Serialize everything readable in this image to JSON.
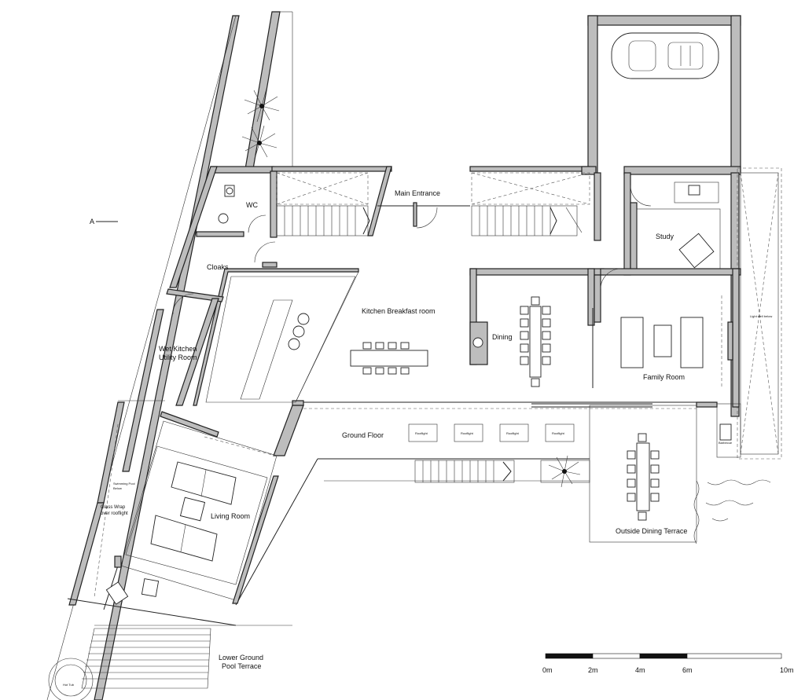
{
  "labels": {
    "section_marker": "A",
    "wc": "WC",
    "main_entrance": "Main Entrance",
    "cloaks": "Cloaks",
    "study": "Study",
    "kitchen": "Kitchen Breakfast room",
    "dining": "Dining",
    "wet_kitchen_1": "Wet Kitchen",
    "wet_kitchen_2": "Utility Room",
    "family_room": "Family Room",
    "ground_floor": "Ground Floor",
    "living_room": "Living Room",
    "outside_dining": "Outside Dining Terrace",
    "glass_wrap_1": "Glass Wrap",
    "glass_wrap_2": "over rooflight",
    "swimming_pool_1": "Swimming Pool",
    "swimming_pool_2": "Below",
    "lower_ground_1": "Lower Ground",
    "lower_ground_2": "Pool Terrace",
    "hot_tub": "Hot Tub",
    "barbecue": "Barbecue",
    "light_well": "Light well below",
    "rooflight": "Rooflight"
  },
  "scale_bar": {
    "ticks": [
      "0m",
      "2m",
      "4m",
      "6m",
      "10m"
    ]
  },
  "colors": {
    "wall_fill": "#bdbdbd",
    "line": "#222222",
    "background": "#ffffff"
  }
}
